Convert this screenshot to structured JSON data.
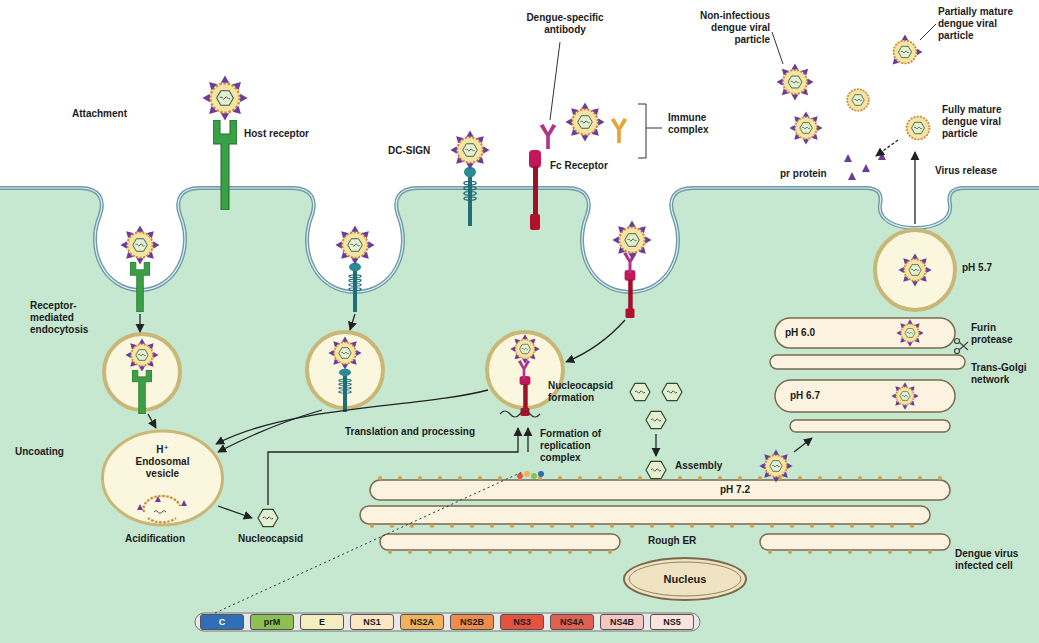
{
  "diagram": {
    "nodes": [
      {
        "text": [
          "H⁺",
          "Endosomal vesicle"
        ]
      },
      {
        "text": [
          "Nucleus"
        ]
      },
      {
        "text": [
          "C"
        ]
      },
      {
        "text": [
          "prM"
        ]
      },
      {
        "text": [
          "E"
        ]
      },
      {
        "text": [
          "NS1"
        ]
      },
      {
        "text": [
          "NS2A"
        ]
      },
      {
        "text": [
          "NS2B"
        ]
      },
      {
        "text": [
          "NS3"
        ]
      },
      {
        "text": [
          "NS4A"
        ]
      },
      {
        "text": [
          "NS4B"
        ]
      },
      {
        "text": [
          "NS5"
        ]
      }
    ],
    "labels": [
      "Attachment",
      "Host receptor",
      "DC-SIGN",
      "Dengue-specific antibody",
      "Fc Receptor",
      "Immune complex",
      "Non-infectious dengue viral particle",
      "Partially mature dengue viral particle",
      "Fully mature dengue viral particle",
      "pr protein",
      "Virus release",
      "pH 5.7",
      "pH 6.0",
      "Furin protease",
      "Trans-Golgi network",
      "pH 6.7",
      "Receptor-mediated endocytosis",
      "Nucleocapsid formation",
      "Translation and processing",
      "Formation of replication complex",
      "Assembly",
      "pH 7.2",
      "Uncoating",
      "Acidification",
      "Nucleocapsid",
      "Rough ER",
      "Dengue virus infected cell"
    ]
  }
}
